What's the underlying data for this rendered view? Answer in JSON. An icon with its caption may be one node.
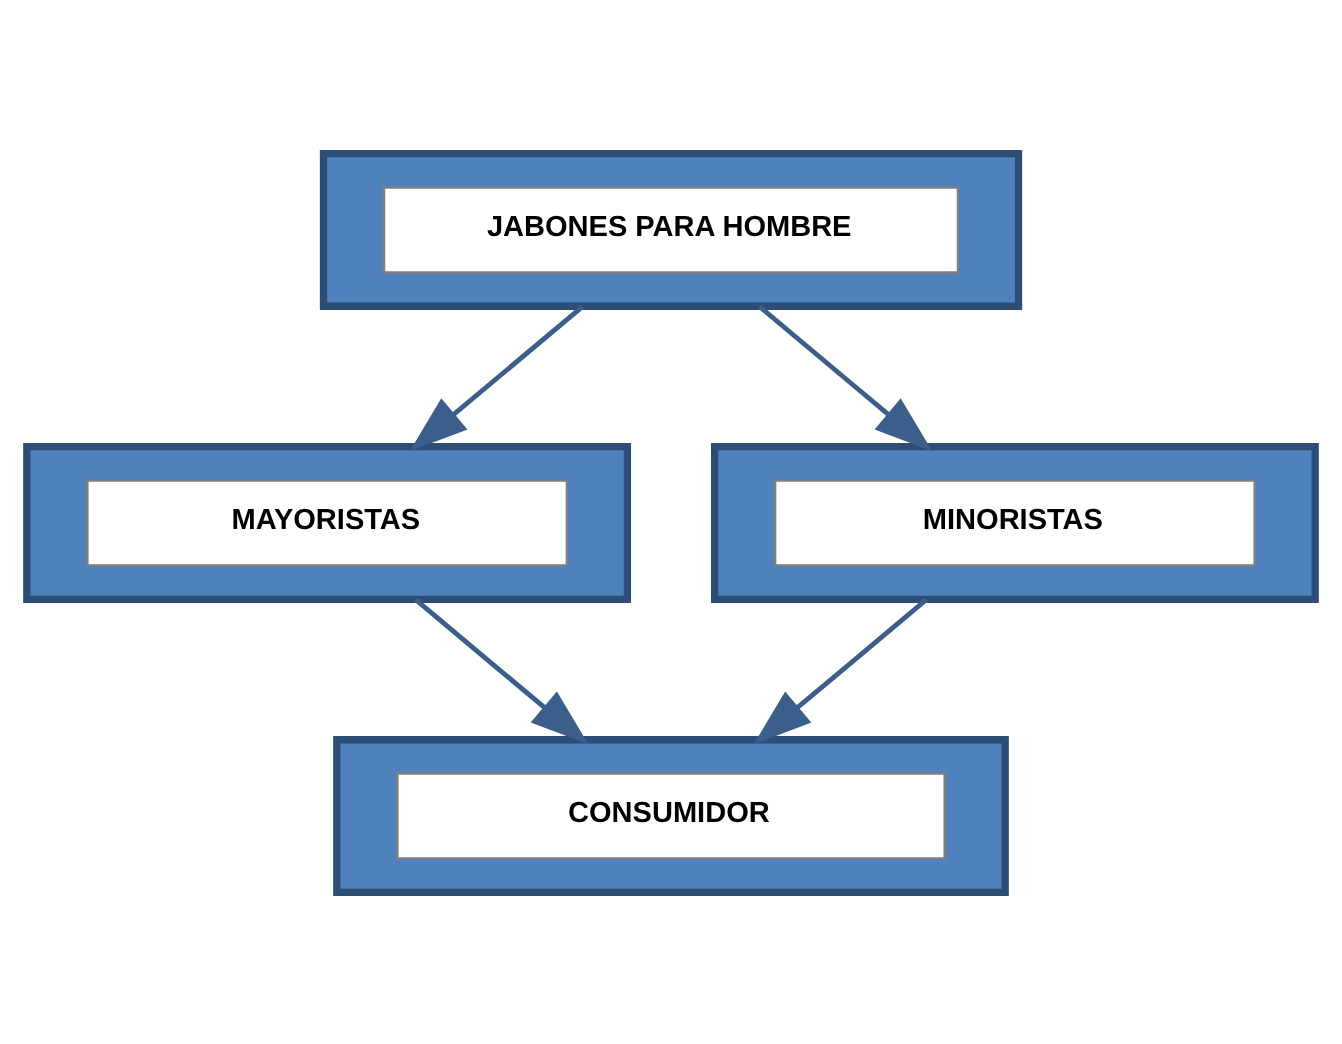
{
  "diagram": {
    "nodes": [
      {
        "text": [
          "JABONES PARA HOMBRE"
        ]
      },
      {
        "text": [
          "MAYORISTAS"
        ]
      },
      {
        "text": [
          "MINORISTAS"
        ]
      },
      {
        "text": [
          "CONSUMIDOR"
        ]
      }
    ],
    "edges": [
      {
        "from": 0,
        "to": 1,
        "arrow": "to"
      },
      {
        "from": 0,
        "to": 2,
        "arrow": "to"
      },
      {
        "from": 1,
        "to": 3,
        "arrow": "to"
      },
      {
        "from": 2,
        "to": 3,
        "arrow": "to"
      }
    ]
  }
}
